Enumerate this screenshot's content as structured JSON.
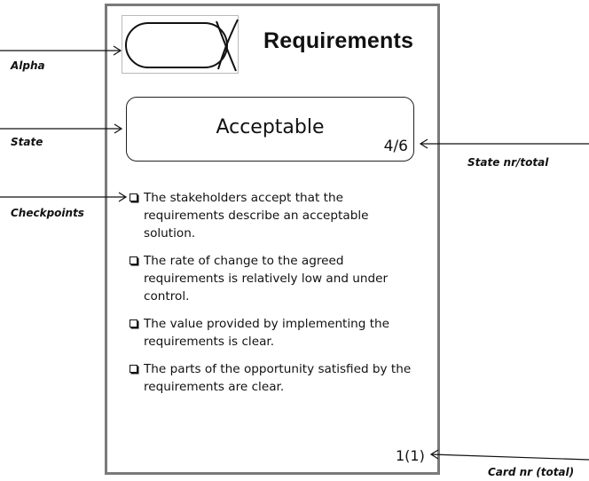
{
  "card": {
    "title": "Requirements",
    "state": "Acceptable",
    "state_nr": "4/6",
    "checkpoints": [
      "The stakeholders accept that the requirements describe an acceptable solution.",
      "The rate of change to the agreed requirements is relatively low and under control.",
      "The value provided by implementing the requirements is clear.",
      "The parts of the opportunity satisfied by the requirements are clear."
    ],
    "card_nr": "1(1)"
  },
  "annotations": {
    "alpha": "Alpha",
    "state": "State",
    "checkpoints": "Checkpoints",
    "state_nr_total": "State nr/total",
    "card_nr_total": "Card nr (total)"
  }
}
